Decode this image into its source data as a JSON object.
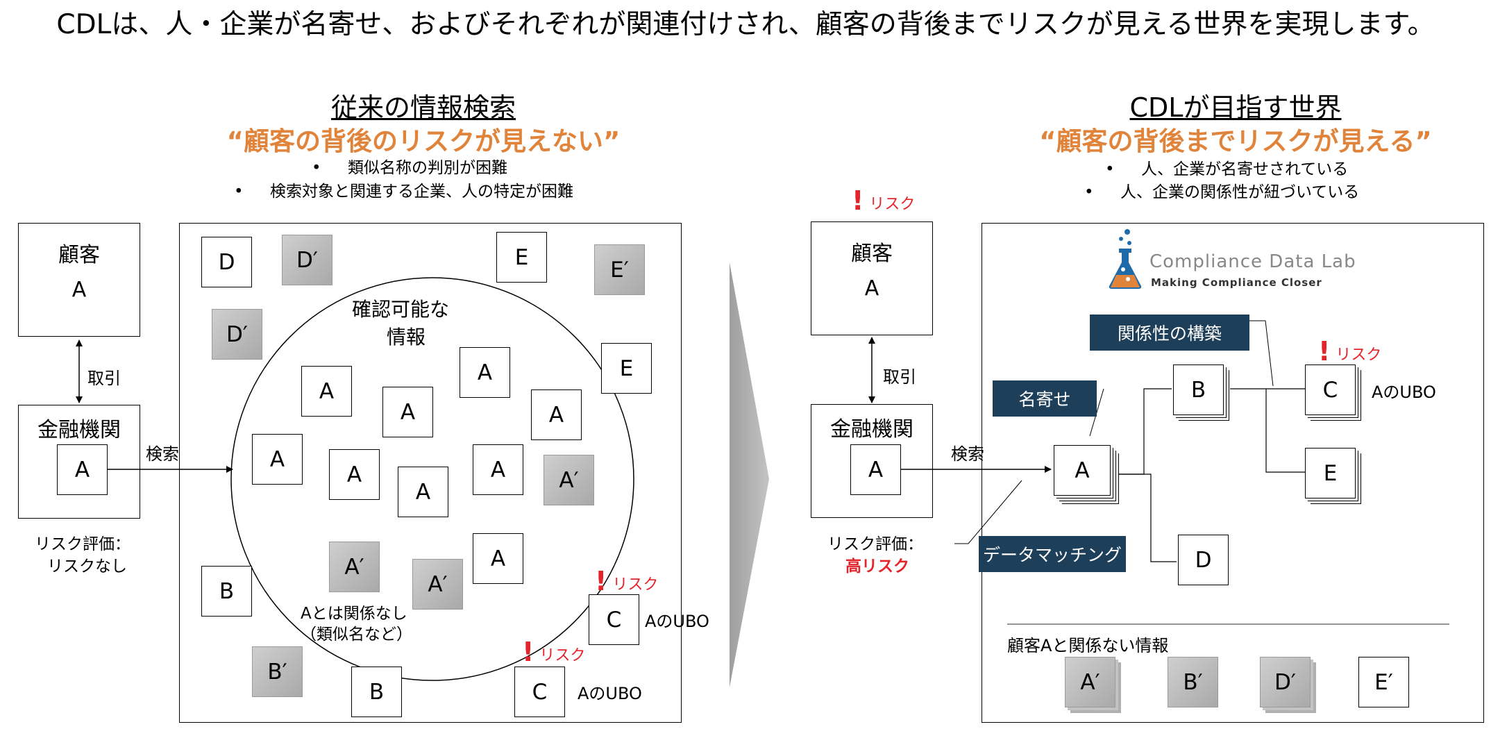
{
  "headline": "CDLは、人・企業が名寄せ、およびそれぞれが関連付けされ、顧客の背後までリスクが見える世界を実現します。",
  "left": {
    "title": "従来の情報検索",
    "subtitle": "“顧客の背後のリスクが見えない”",
    "bullets": [
      "類似名称の判別が困難",
      "検索対象と関連する企業、人の特定が困難"
    ],
    "customer_title": "顧客",
    "customer_letter": "A",
    "trade_label": "取引",
    "bank_title": "金融機関",
    "bank_letter": "A",
    "search_label": "検索",
    "risk_eval_line1": "リスク評価：",
    "risk_eval_line2": "リスクなし",
    "circle_title_line1": "確認可能な",
    "circle_title_line2": "情報",
    "unrelated_line1": "Aとは関係なし",
    "unrelated_line2": "（類似名など）",
    "letters": {
      "d": "D",
      "dp": "D′",
      "e": "E",
      "ep": "E′",
      "dp2": "D′",
      "e2": "E",
      "a": "A",
      "ap": "A′",
      "b": "B",
      "bp": "B′",
      "c": "C"
    },
    "ubo_label": "AのUBO",
    "risk_label": "リスク",
    "exclamation": "!"
  },
  "right": {
    "title": "CDLが目指す世界",
    "subtitle": "“顧客の背後までリスクが見える”",
    "bullets": [
      "人、企業が名寄せされている",
      "人、企業の関係性が紐づいている"
    ],
    "customer_title": "顧客",
    "customer_letter": "A",
    "trade_label": "取引",
    "bank_title": "金融機関",
    "bank_letter": "A",
    "search_label": "検索",
    "risk_eval_line1": "リスク評価：",
    "risk_eval_line2": "高リスク",
    "logo_name": "Compliance Data Lab",
    "logo_tagline": "Making Compliance Closer",
    "tag_relation": "関係性の構築",
    "tag_name_match": "名寄せ",
    "tag_data_match": "データマッチング",
    "nodes": {
      "a": "A",
      "b": "B",
      "c": "C",
      "d": "D",
      "e": "E"
    },
    "ubo_label": "AのUBO",
    "risk_label": "リスク",
    "exclamation": "!",
    "unrelated_title": "顧客Aと関係ない情報",
    "unrelated_items": [
      "A′",
      "B′",
      "D′",
      "E′"
    ]
  },
  "colors": {
    "accent_orange": "#e0843c",
    "risk_red": "#e3242b",
    "navy": "#1e3f5a",
    "grey_box": "#b8b8b8"
  }
}
